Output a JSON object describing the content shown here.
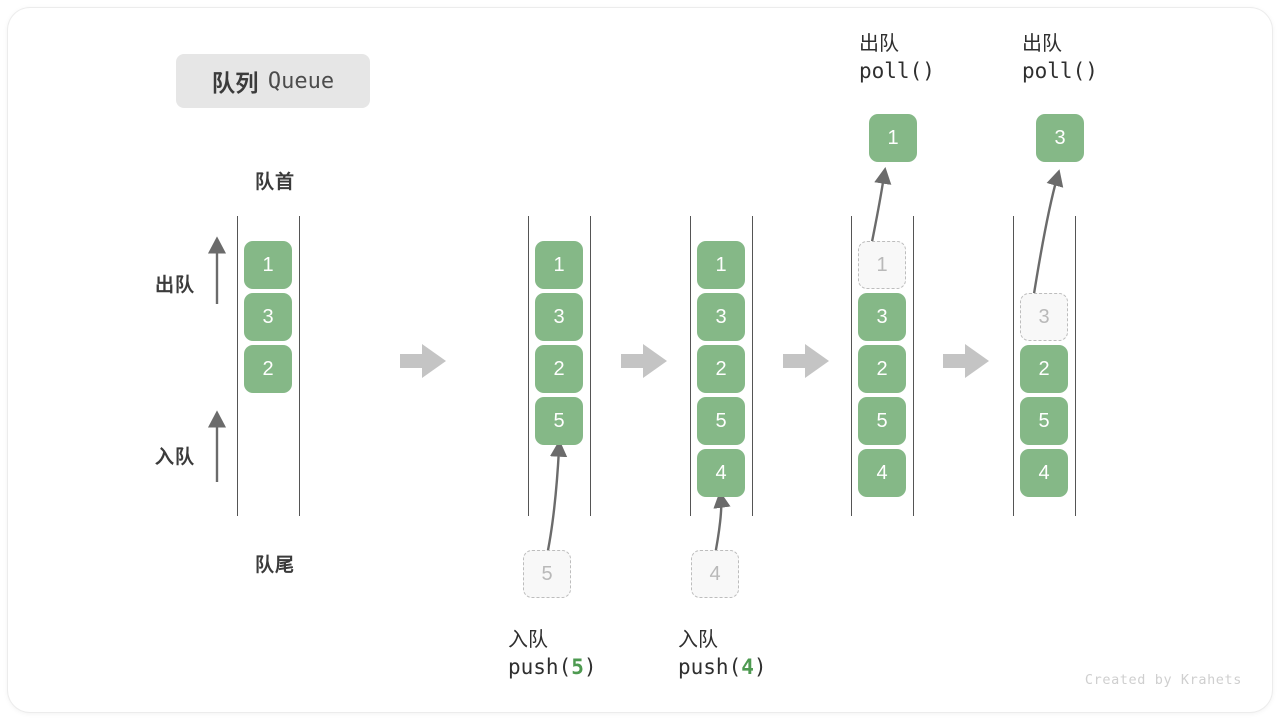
{
  "title": {
    "cn": "队列",
    "en": "Queue"
  },
  "labels": {
    "head": "队首",
    "tail": "队尾",
    "side_dequeue": "出队",
    "side_enqueue": "入队"
  },
  "colors": {
    "element_green": "#85b887",
    "ghost_gray": "#bdbdbd",
    "arrow_gray": "#c4c4c4",
    "badge_bg": "#e6e6e6",
    "code_num_green": "#4e9a51"
  },
  "watermark": "Created by Krahets",
  "columns": [
    {
      "id": "col-initial",
      "slots": [
        {
          "value": "1",
          "state": "filled"
        },
        {
          "value": "3",
          "state": "filled"
        },
        {
          "value": "2",
          "state": "filled"
        },
        {
          "value": "",
          "state": "empty"
        },
        {
          "value": "",
          "state": "empty"
        }
      ]
    },
    {
      "id": "col-after-push5",
      "slots": [
        {
          "value": "1",
          "state": "filled"
        },
        {
          "value": "3",
          "state": "filled"
        },
        {
          "value": "2",
          "state": "filled"
        },
        {
          "value": "5",
          "state": "filled"
        },
        {
          "value": "",
          "state": "empty"
        }
      ]
    },
    {
      "id": "col-after-push4",
      "slots": [
        {
          "value": "1",
          "state": "filled"
        },
        {
          "value": "3",
          "state": "filled"
        },
        {
          "value": "2",
          "state": "filled"
        },
        {
          "value": "5",
          "state": "filled"
        },
        {
          "value": "4",
          "state": "filled"
        }
      ]
    },
    {
      "id": "col-poll1",
      "slots": [
        {
          "value": "1",
          "state": "ghost"
        },
        {
          "value": "3",
          "state": "filled"
        },
        {
          "value": "2",
          "state": "filled"
        },
        {
          "value": "5",
          "state": "filled"
        },
        {
          "value": "4",
          "state": "filled"
        }
      ]
    },
    {
      "id": "col-poll3",
      "slots": [
        {
          "value": "",
          "state": "empty"
        },
        {
          "value": "3",
          "state": "ghost"
        },
        {
          "value": "2",
          "state": "filled"
        },
        {
          "value": "5",
          "state": "filled"
        },
        {
          "value": "4",
          "state": "filled"
        }
      ]
    }
  ],
  "operations": {
    "push5": {
      "cn": "入队",
      "fn": "push(",
      "arg": "5",
      "close": ")",
      "pending_value": "5"
    },
    "push4": {
      "cn": "入队",
      "fn": "push(",
      "arg": "4",
      "close": ")",
      "pending_value": "4"
    },
    "poll1": {
      "cn": "出队",
      "code": "poll()",
      "out_value": "1"
    },
    "poll2": {
      "cn": "出队",
      "code": "poll()",
      "out_value": "3"
    }
  }
}
